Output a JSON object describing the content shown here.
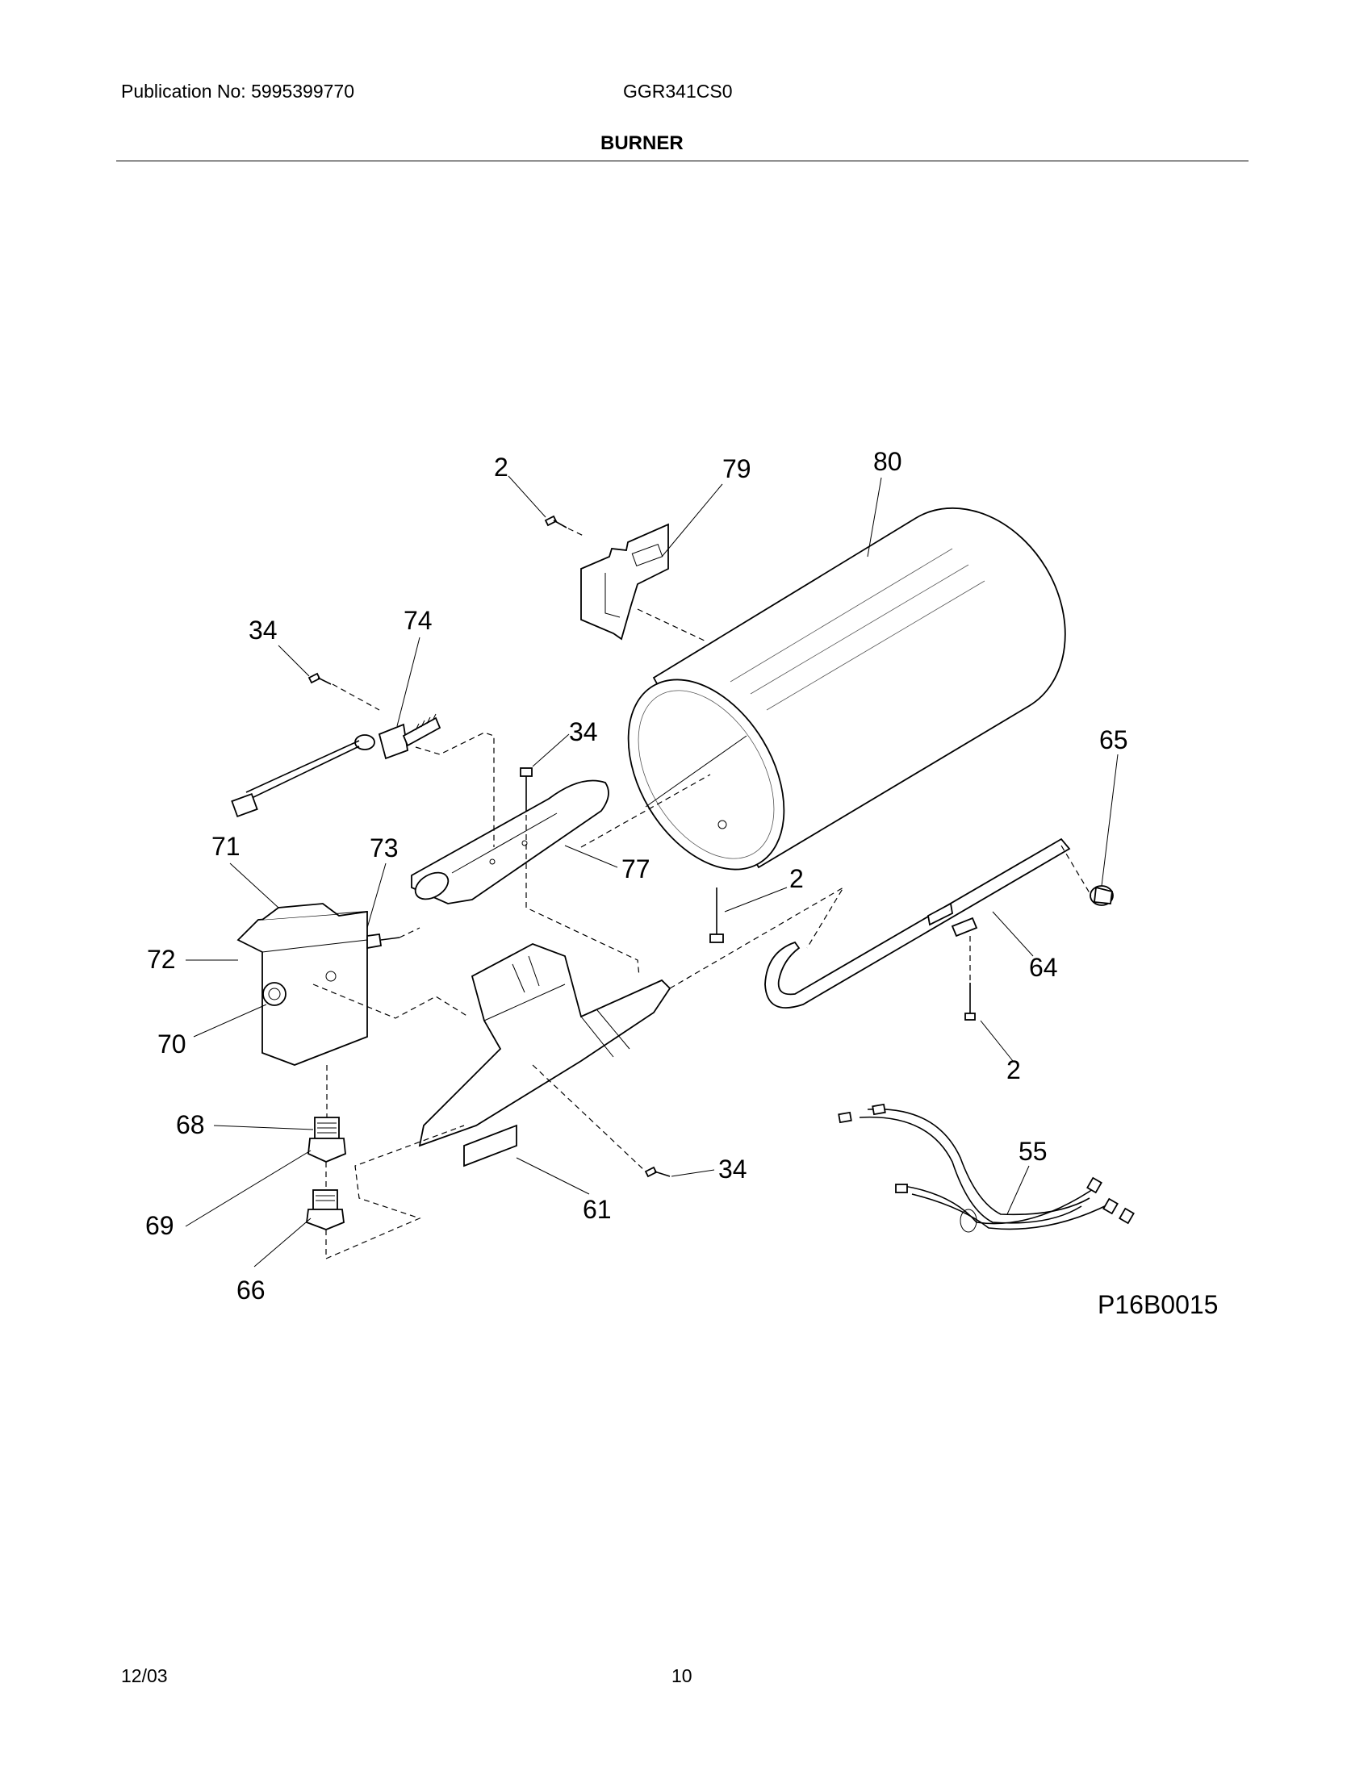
{
  "header": {
    "publication": "Publication No: 5995399770",
    "model": "GGR341CS0",
    "section_title": "BURNER"
  },
  "diagram": {
    "id_label": "P16B0015",
    "callouts": [
      {
        "key": "2a",
        "text": "2"
      },
      {
        "key": "79",
        "text": "79"
      },
      {
        "key": "80",
        "text": "80"
      },
      {
        "key": "34a",
        "text": "34"
      },
      {
        "key": "74",
        "text": "74"
      },
      {
        "key": "34b",
        "text": "34"
      },
      {
        "key": "65",
        "text": "65"
      },
      {
        "key": "71",
        "text": "71"
      },
      {
        "key": "73",
        "text": "73"
      },
      {
        "key": "2b",
        "text": "2"
      },
      {
        "key": "77",
        "text": "77"
      },
      {
        "key": "72",
        "text": "72"
      },
      {
        "key": "64",
        "text": "64"
      },
      {
        "key": "70",
        "text": "70"
      },
      {
        "key": "2c",
        "text": "2"
      },
      {
        "key": "68",
        "text": "68"
      },
      {
        "key": "55",
        "text": "55"
      },
      {
        "key": "34c",
        "text": "34"
      },
      {
        "key": "69",
        "text": "69"
      },
      {
        "key": "61",
        "text": "61"
      },
      {
        "key": "66",
        "text": "66"
      }
    ]
  },
  "footer": {
    "date": "12/03",
    "page": "10"
  }
}
